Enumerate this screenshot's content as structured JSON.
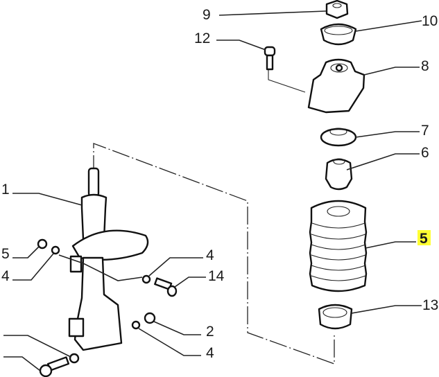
{
  "diagram": {
    "title": "Front suspension strut exploded view",
    "highlight_color": "#ffff33",
    "callouts": [
      {
        "id": "c9",
        "label": "9"
      },
      {
        "id": "c10",
        "label": "10"
      },
      {
        "id": "c12",
        "label": "12"
      },
      {
        "id": "c8",
        "label": "8"
      },
      {
        "id": "c7",
        "label": "7"
      },
      {
        "id": "c6",
        "label": "6"
      },
      {
        "id": "c5r",
        "label": "5",
        "highlighted": true
      },
      {
        "id": "c13",
        "label": "13"
      },
      {
        "id": "c1",
        "label": "1"
      },
      {
        "id": "c5l",
        "label": "5"
      },
      {
        "id": "c4a",
        "label": "4"
      },
      {
        "id": "c4b",
        "label": "4"
      },
      {
        "id": "c14",
        "label": "14"
      },
      {
        "id": "c2",
        "label": "2"
      },
      {
        "id": "c4c",
        "label": "4"
      }
    ]
  }
}
